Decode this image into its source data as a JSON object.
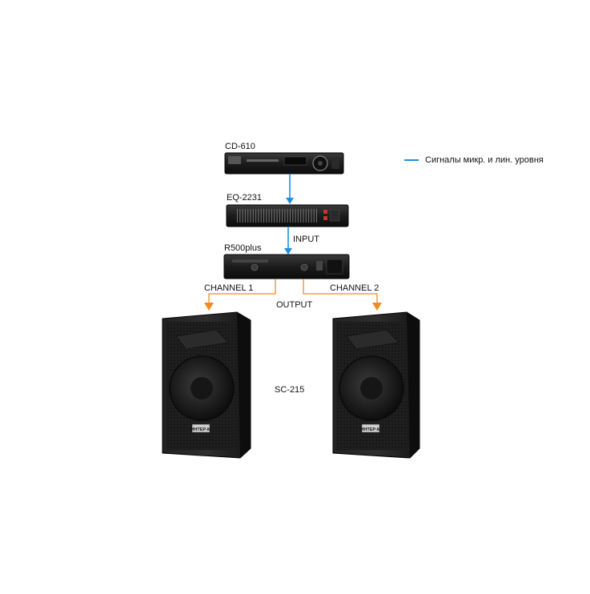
{
  "devices": {
    "cd_player": {
      "label": "CD-610"
    },
    "equalizer": {
      "label": "EQ-2231"
    },
    "amplifier": {
      "label": "R500plus",
      "input_label": "INPUT",
      "output_label": "OUTPUT"
    },
    "speakers": {
      "label": "SC-215",
      "badge": "ИНТЕР-М"
    }
  },
  "channels": {
    "ch1": {
      "label": "CHANNEL 1"
    },
    "ch2": {
      "label": "CHANNEL 2"
    }
  },
  "legend": {
    "mic_line_label": "Сигналы микр. и лин. уровня",
    "mic_line_color": "#1e90e0"
  },
  "colors": {
    "signal": "#1e90e0",
    "speaker_line": "#f08c1e",
    "device_body": "#1c1c1c"
  }
}
